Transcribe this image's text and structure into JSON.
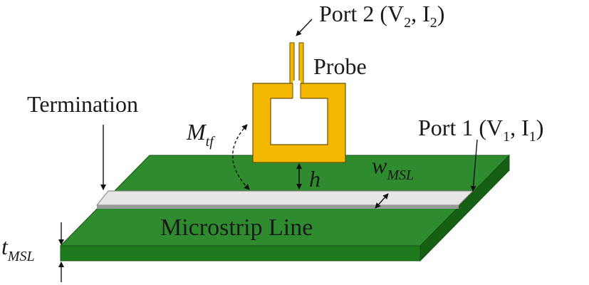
{
  "labels": {
    "port2": {
      "main": "Port 2 (V",
      "sub1": "2",
      "mid": ", I",
      "sub2": "2",
      "end": ")"
    },
    "probe": "Probe",
    "termination": "Termination",
    "mutual": {
      "main": "M",
      "sub": "tf"
    },
    "port1": {
      "main": "Port 1 (V",
      "sub1": "1",
      "mid": ", I",
      "sub2": "1",
      "end": ")"
    },
    "height": "h",
    "width": {
      "main": "w",
      "sub": "MSL"
    },
    "line": "Microstrip Line",
    "thickness": {
      "main": "t",
      "sub": "MSL"
    }
  },
  "colors": {
    "board_top": "#2e8b2e",
    "board_front": "#1f7a1f",
    "board_side": "#166016",
    "strip": "#e6e6e6",
    "probe": "#f5b800"
  }
}
